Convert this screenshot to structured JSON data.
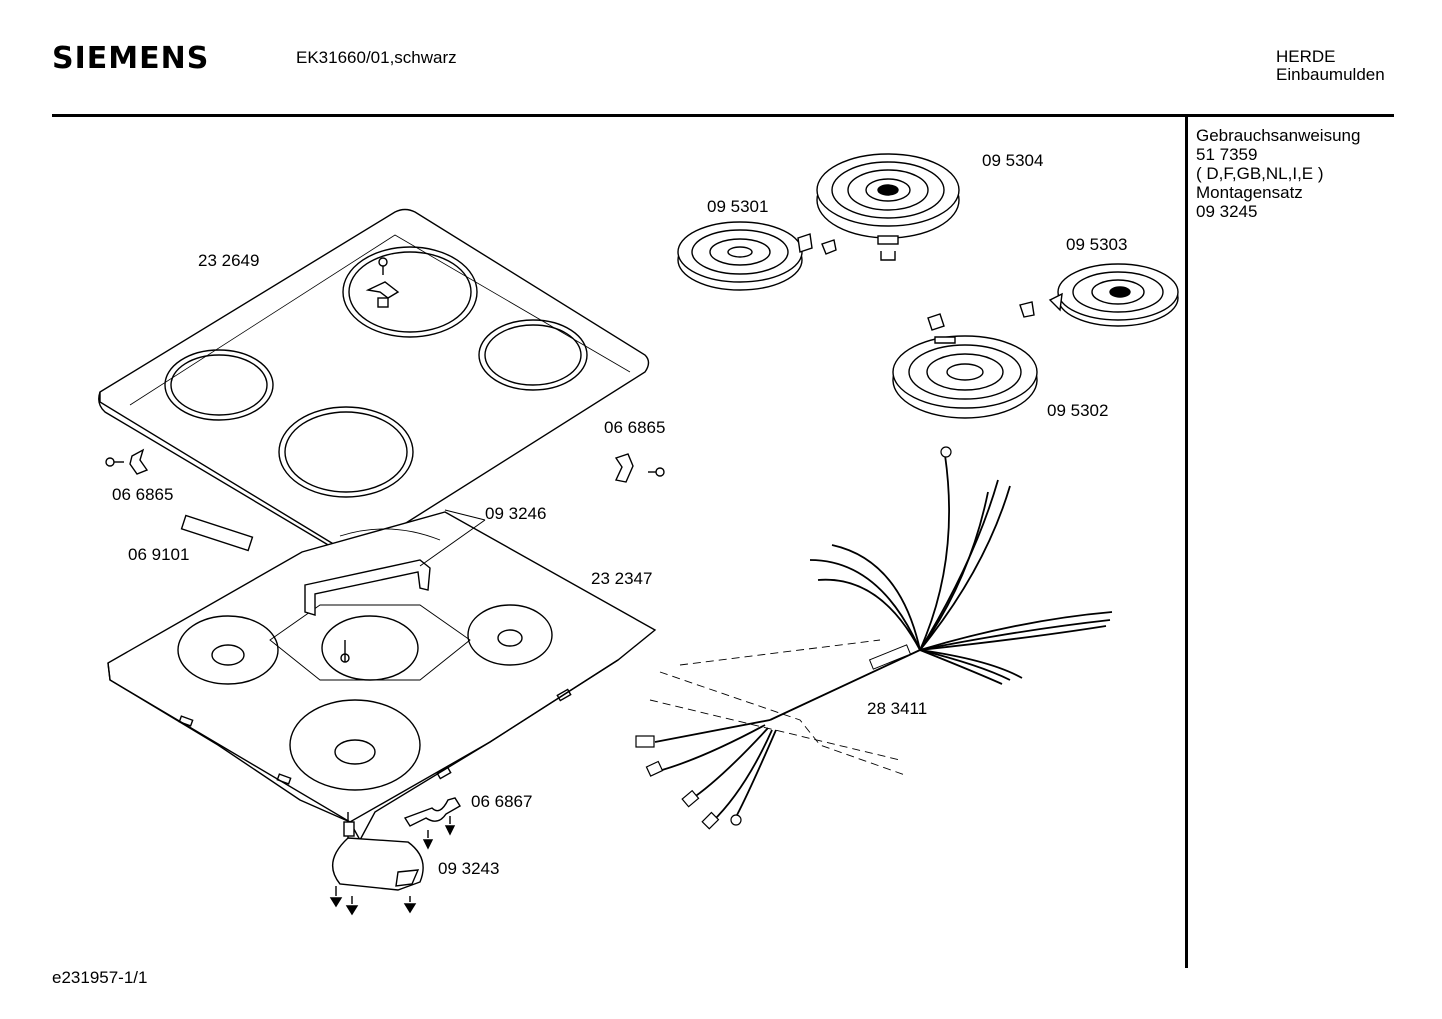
{
  "header": {
    "brand": "SIEMENS",
    "model": "EK31660/01,schwarz",
    "category_line1": "HERDE",
    "category_line2": "Einbaumulden"
  },
  "sidebar": {
    "lines": [
      "Gebrauchsanweisung",
      "51 7359",
      "( D,F,GB,NL,I,E )",
      "Montagensatz",
      "09 3245"
    ]
  },
  "footer": {
    "code": "e231957-1/1"
  },
  "parts": {
    "p232649": "23 2649",
    "p095301": "09 5301",
    "p095304": "09 5304",
    "p095303": "09 5303",
    "p095302": "09 5302",
    "p066865_left": "06 6865",
    "p066865_right": "06 6865",
    "p069101": "06 9101",
    "p093246": "09 3246",
    "p232347": "23 2347",
    "p283411": "28 3411",
    "p066867": "06 6867",
    "p093243": "09 3243"
  }
}
